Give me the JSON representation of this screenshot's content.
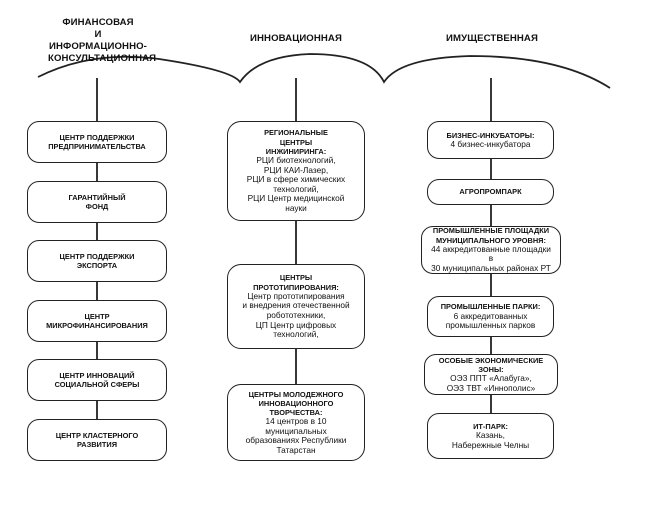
{
  "columns": [
    {
      "heading": "ФИНАНСОВАЯ\nИ ИНФОРМАЦИОННО-\nКОНСУЛЬТАЦИОННАЯ",
      "boxes": [
        {
          "title": "ЦЕНТР ПОДДЕРЖКИ\nПРЕДПРИНИМАТЕЛЬСТВА",
          "text": ""
        },
        {
          "title": "ГАРАНТИЙНЫЙ\nФОНД",
          "text": ""
        },
        {
          "title": "ЦЕНТР ПОДДЕРЖКИ\nЭКСПОРТА",
          "text": ""
        },
        {
          "title": "ЦЕНТР\nМИКРОФИНАНСИРОВАНИЯ",
          "text": ""
        },
        {
          "title": "ЦЕНТР ИННОВАЦИЙ\nСОЦИАЛЬНОЙ СФЕРЫ",
          "text": ""
        },
        {
          "title": "ЦЕНТР КЛАСТЕРНОГО\nРАЗВИТИЯ",
          "text": ""
        }
      ]
    },
    {
      "heading": "ИННОВАЦИОННАЯ",
      "boxes": [
        {
          "title": "РЕГИОНАЛЬНЫЕ\nЦЕНТРЫ\nИНЖИНИРИНГА:",
          "text": "РЦИ биотехнологий,\nРЦИ КАИ-Лазер,\nРЦИ в сфере химических\nтехнологий,\nРЦИ Центр медицинской\nнауки"
        },
        {
          "title": "ЦЕНТРЫ\nПРОТОТИПИРОВАНИЯ:",
          "text": "Центр прототипирования\nи внедрения отечественной\nробототехники,\nЦП Центр цифровых\nтехнологий,"
        },
        {
          "title": "ЦЕНТРЫ МОЛОДЕЖНОГО\nИННОВАЦИОННОГО\nТВОРЧЕСТВА:",
          "text": "14 центров в 10 муниципальных\nобразованиях Республики\nТатарстан"
        }
      ]
    },
    {
      "heading": "ИМУЩЕСТВЕННАЯ",
      "boxes": [
        {
          "title": "БИЗНЕС-ИНКУБАТОРЫ:",
          "text": "4 бизнес-инкубатора"
        },
        {
          "title": "АГРОПРОМПАРК",
          "text": ""
        },
        {
          "title": "ПРОМЫШЛЕННЫЕ ПЛОЩАДКИ\nМУНИЦИПАЛЬНОГО УРОВНЯ:",
          "text": "44 аккредитованные площадки в\n30 муниципальных районах РТ"
        },
        {
          "title": "ПРОМЫШЛЕННЫЕ ПАРКИ:",
          "text": "6 аккредитованных\nпромышленных парков"
        },
        {
          "title": "ОСОБЫЕ ЭКОНОМИЧЕСКИЕ ЗОНЫ:",
          "text": "ОЭЗ ППТ «Алабуга»,\nОЭЗ ТВТ «Иннополис»"
        },
        {
          "title": "ИТ-ПАРК:",
          "text": "Казань,\nНабережные Челны"
        }
      ]
    }
  ]
}
